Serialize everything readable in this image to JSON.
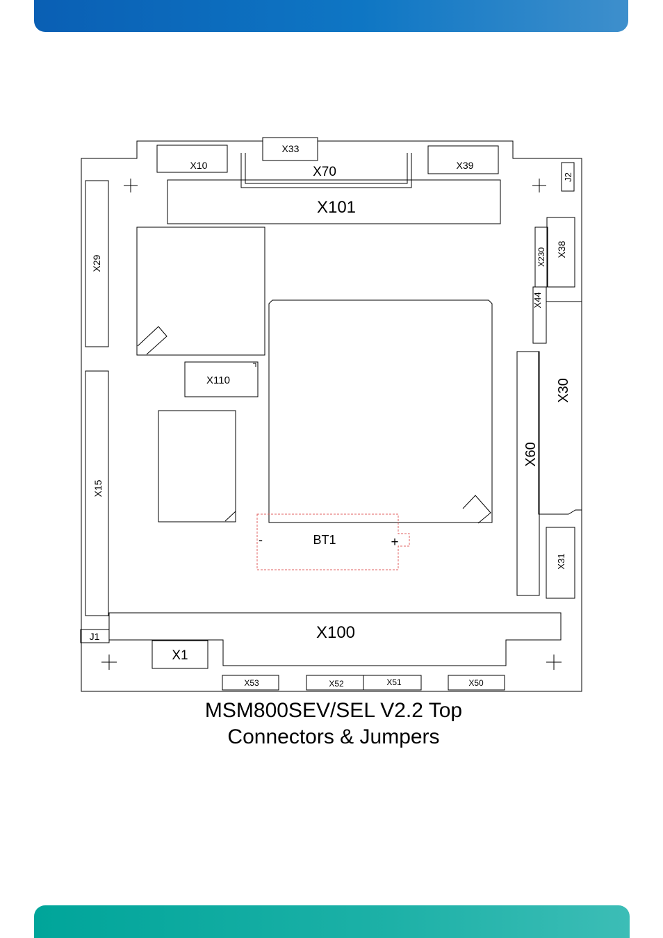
{
  "diagram": {
    "labels": {
      "x10": "X10",
      "x33": "X33",
      "x70": "X70",
      "x39": "X39",
      "j2": "J2",
      "x101": "X101",
      "x29": "X29",
      "x230": "X230",
      "x38": "X38",
      "x44": "X44",
      "x110": "X110",
      "x30": "X30",
      "x60": "X60",
      "x15": "X15",
      "bt1": "BT1",
      "bt1_minus": "-",
      "bt1_plus": "+",
      "x31": "X31",
      "x100": "X100",
      "j1": "J1",
      "x1": "X1",
      "x53": "X53",
      "x52": "X52",
      "x51": "X51",
      "x50": "X50"
    },
    "caption_line1": "MSM800SEV/SEL V2.2 Top",
    "caption_line2": "Connectors & Jumpers"
  },
  "colors": {
    "header_bar": "#0e76c4",
    "footer_bar": "#1db1a7",
    "battery_outline": "#e06060"
  }
}
